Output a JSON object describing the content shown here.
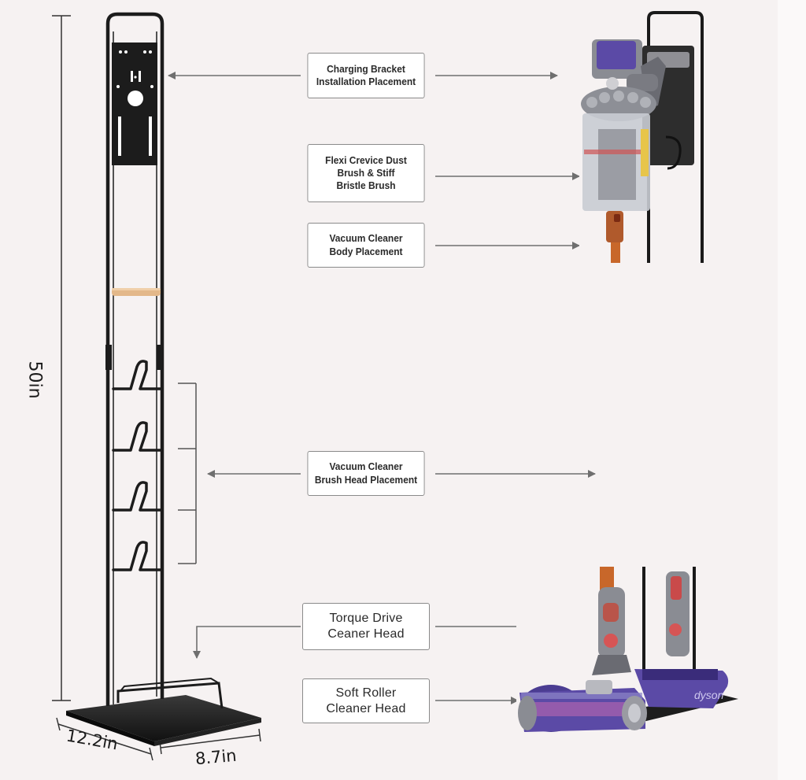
{
  "labels": {
    "charging_bracket": [
      "Charging Bracket",
      "Installation Placement"
    ],
    "flexi_crevice": [
      "Flexi Crevice Dust",
      "Brush & Stiff",
      "Bristle Brush"
    ],
    "body_placement": [
      "Vacuum Cleaner",
      "Body Placement"
    ],
    "brush_head": [
      "Vacuum Cleaner",
      "Brush Head Placement"
    ],
    "torque_drive": [
      "Torque Drive",
      "Ceaner Head"
    ],
    "soft_roller": [
      "Soft Roller",
      "Cleaner Head"
    ]
  },
  "dimensions": {
    "height": "50in",
    "depth": "12.2in",
    "width": "8.7in"
  },
  "brand_text": "dyson",
  "colors": {
    "background": "#f6f2f2",
    "stand": "#1c1c1c",
    "wood": "#e3b88a",
    "arrow": "#6f6f6f",
    "vacuum_purple": "#5b4aa6",
    "vacuum_copper": "#c8672a"
  }
}
